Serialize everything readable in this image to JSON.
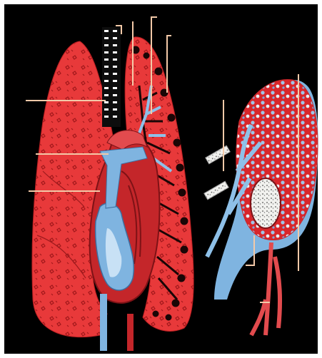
{
  "figure": {
    "description_free": true,
    "labels": []
  },
  "colors": {
    "background": "#000000",
    "frame": "#ffffff",
    "lung": "#e8393a",
    "lung_dark": "#b81f22",
    "lung_pattern": "#8f1518",
    "heart": "#c4262a",
    "heart_dark": "#7e1216",
    "vein_blue": "#7fb4e0",
    "vein_light": "#c8e1f5",
    "leader_line": "#f3c9a8",
    "trachea": "#f4f4f4"
  },
  "icons": [
    "lung-left",
    "lung-right",
    "heart",
    "trachea",
    "bronchial-tree",
    "alveolus-cluster"
  ]
}
